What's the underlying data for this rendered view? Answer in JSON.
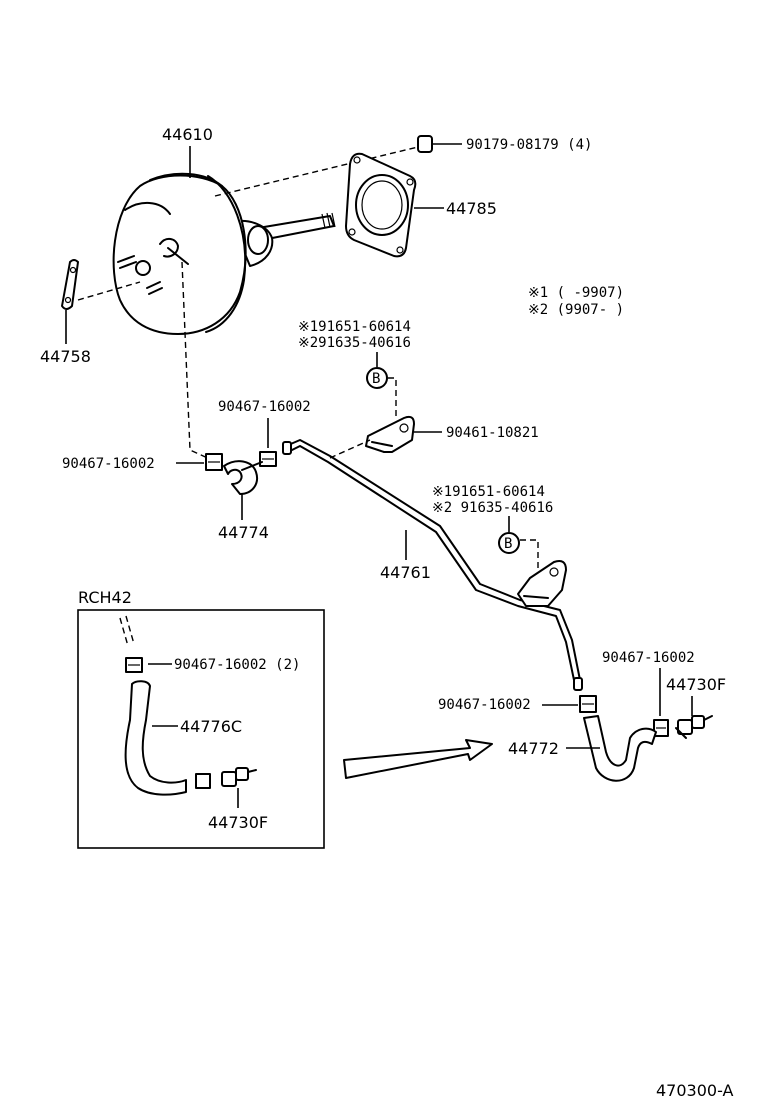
{
  "labels": {
    "booster": "44610",
    "bolt": "90179-08179 (4)",
    "gasket": "44785",
    "clevis": "44758",
    "note1": "※1 (      -9907)",
    "note2": "※2 (9907-      )",
    "clip_b1_line1": "※191651-60614",
    "clip_b1_line2": "※291635-40616",
    "marker_b": "B",
    "clip_top": "90467-16002",
    "clamp_left": "90467-16002",
    "bracket": "90461-10821",
    "hose_upper": "44774",
    "clip_b2_line1": "※191651-60614",
    "clip_b2_line2": "※2 91635-40616",
    "tube": "44761",
    "inset_title": "RCH42",
    "inset_clamp": "90467-16002 (2)",
    "inset_hose": "44776C",
    "inset_valve": "44730F",
    "clamp_right_top": "90467-16002",
    "valve_right": "44730F",
    "clamp_right": "90467-16002",
    "hose_lower": "44772",
    "figure_code": "470300-A"
  }
}
